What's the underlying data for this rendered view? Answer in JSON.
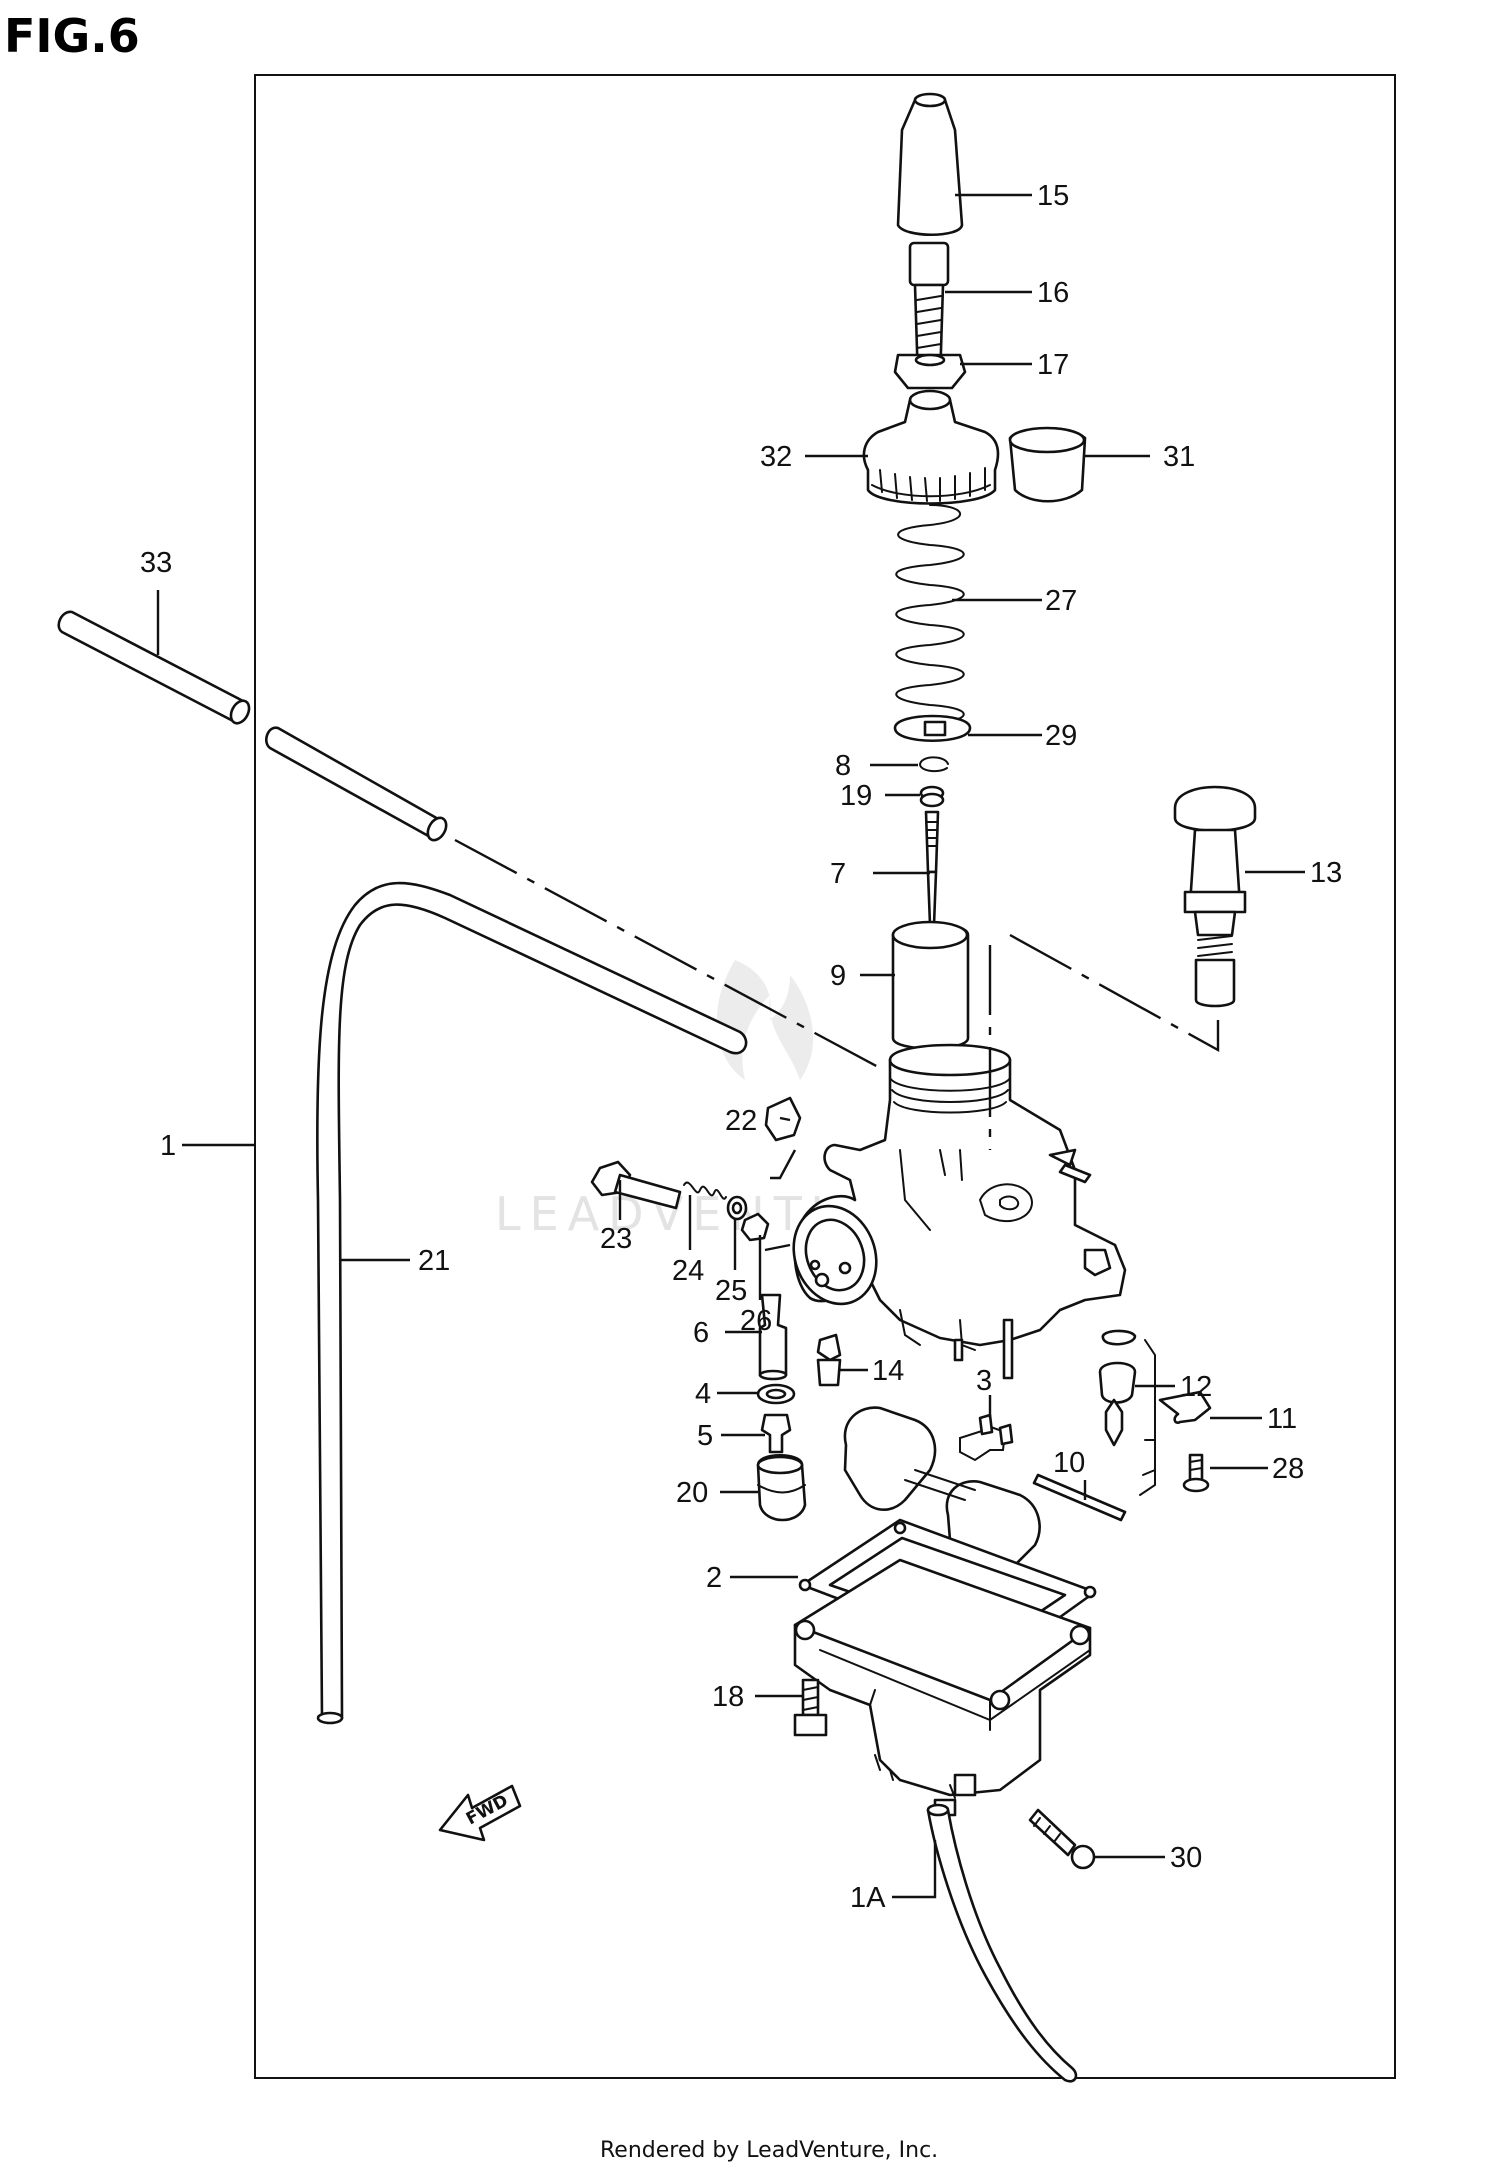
{
  "figure": {
    "title": "FIG.6",
    "watermark": "LEADVENTURE",
    "footer": "Rendered by LeadVenture, Inc."
  },
  "direction_badge": {
    "label": "FWD"
  },
  "callouts": [
    "15",
    "16",
    "17",
    "32",
    "31",
    "33",
    "27",
    "29",
    "8",
    "19",
    "7",
    "13",
    "9",
    "1",
    "22",
    "23",
    "24",
    "25",
    "21",
    "26",
    "6",
    "14",
    "3",
    "12",
    "4",
    "11",
    "5",
    "10",
    "28",
    "20",
    "2",
    "18",
    "30",
    "1A"
  ]
}
